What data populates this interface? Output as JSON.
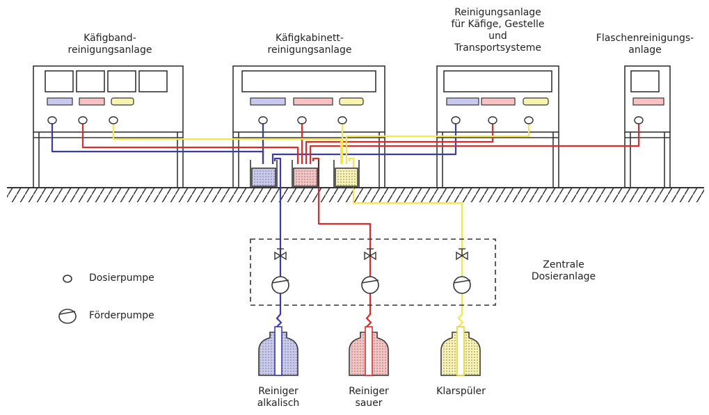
{
  "machines": [
    {
      "id": "cage-belt",
      "label_lines": [
        "Käfigband-",
        "reinigungsanlage"
      ]
    },
    {
      "id": "cage-cabinet",
      "label_lines": [
        "Käfigkabinett-",
        "reinigungsanlage"
      ]
    },
    {
      "id": "rack-washer",
      "label_lines": [
        "Reinigungsanlage",
        "für Käfige, Gestelle",
        "und",
        "Transportsysteme"
      ]
    },
    {
      "id": "bottle-washer",
      "label_lines": [
        "Flaschenreinigungs-",
        "anlage"
      ]
    }
  ],
  "central_unit": {
    "label_lines": [
      "Zentrale",
      "Dosieranlage"
    ]
  },
  "containers": [
    {
      "id": "alkaline",
      "label_lines": [
        "Reiniger",
        "alkalisch"
      ],
      "color": "#3a3ab0",
      "fill": "#c9c9ef"
    },
    {
      "id": "acidic",
      "label_lines": [
        "Reiniger",
        "sauer"
      ],
      "color": "#e02a2a",
      "fill": "#f6c2c2"
    },
    {
      "id": "rinse",
      "label_lines": [
        "Klarspüler"
      ],
      "color": "#f2e84a",
      "fill": "#f8f3b0"
    }
  ],
  "legend": [
    {
      "symbol": "dosing-pump",
      "label": "Dosierpumpe"
    },
    {
      "symbol": "feed-pump",
      "label": "Förderpumpe"
    }
  ],
  "colors": {
    "blue": "#3a3ab0",
    "red": "#e02a2a",
    "yellow": "#f2e84a",
    "line": "#333333"
  }
}
